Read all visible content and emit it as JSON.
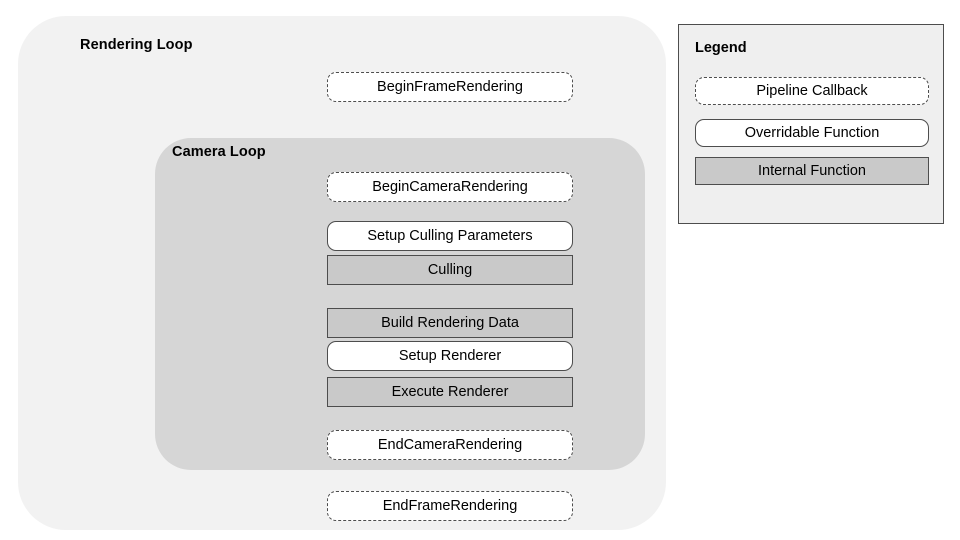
{
  "diagram": {
    "title": "Rendering Loop",
    "colors": {
      "outer_container_fill": "#f2f2f2",
      "inner_container_fill": "#d6d6d6",
      "internal_function_fill": "#c9c9c9",
      "callback_fill": "#ffffff",
      "overridable_fill": "#ffffff",
      "stroke": "#4d4d4d",
      "legend_panel_fill": "#efefef",
      "text": "#000000"
    },
    "outer_container": {
      "title": "Rendering Loop"
    },
    "inner_container": {
      "title": "Camera Loop"
    },
    "nodes": [
      {
        "id": "begin-frame-rendering",
        "label": "BeginFrameRendering",
        "kind": "callback",
        "scope": "rendering-loop"
      },
      {
        "id": "begin-camera-rendering",
        "label": "BeginCameraRendering",
        "kind": "callback",
        "scope": "camera-loop"
      },
      {
        "id": "setup-culling-parameters",
        "label": "Setup Culling Parameters",
        "kind": "overridable",
        "scope": "camera-loop"
      },
      {
        "id": "culling",
        "label": "Culling",
        "kind": "internal",
        "scope": "camera-loop"
      },
      {
        "id": "build-rendering-data",
        "label": "Build Rendering Data",
        "kind": "internal",
        "scope": "camera-loop"
      },
      {
        "id": "setup-renderer",
        "label": "Setup Renderer",
        "kind": "overridable",
        "scope": "camera-loop"
      },
      {
        "id": "execute-renderer",
        "label": "Execute Renderer",
        "kind": "internal",
        "scope": "camera-loop"
      },
      {
        "id": "end-camera-rendering",
        "label": "EndCameraRendering",
        "kind": "callback",
        "scope": "camera-loop"
      },
      {
        "id": "end-frame-rendering",
        "label": "EndFrameRendering",
        "kind": "callback",
        "scope": "rendering-loop"
      }
    ]
  },
  "legend": {
    "title": "Legend",
    "items": [
      {
        "label": "Pipeline Callback",
        "kind": "callback"
      },
      {
        "label": "Overridable Function",
        "kind": "overridable"
      },
      {
        "label": "Internal Function",
        "kind": "internal"
      }
    ]
  }
}
